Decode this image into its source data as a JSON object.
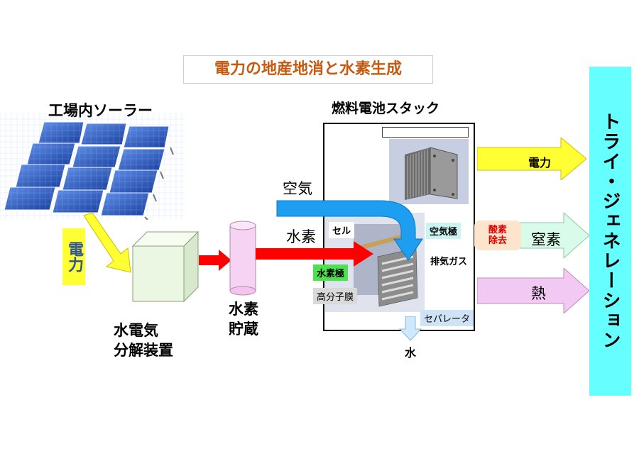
{
  "title": "電力の地産地消と水素生成",
  "solar": {
    "heading": "工場内ソーラー"
  },
  "power_tag": "電力",
  "electrolyzer": {
    "label_line1": "水電気",
    "label_line2": "分解装置"
  },
  "storage": {
    "label_line1": "水素",
    "label_line2": "貯蔵"
  },
  "fuel_cell": {
    "heading": "燃料電池スタック",
    "inputs": {
      "air": "空気",
      "hydrogen": "水素"
    },
    "parts": {
      "cell": "セル",
      "air_electrode": "空気極",
      "hydrogen_electrode": "水素極",
      "membrane": "高分子膜",
      "exhaust": "排気ガス",
      "separator": "セパレータ"
    },
    "water": "水"
  },
  "deoxygenation": {
    "line1": "酸素",
    "line2": "除去"
  },
  "outputs": {
    "power": "電力",
    "nitrogen": "窒素",
    "heat": "熱"
  },
  "trigeneration": "トライ・ジェネレーション",
  "colors": {
    "title": "#c55a11",
    "trigeneration_bar": "#66ffff",
    "power_arrow": "#ffff33",
    "nitrogen_arrow": "#d9fbe9",
    "heat_arrow": "#f2c9f2",
    "hydrogen_flow": "#ff0000",
    "air_flow": "#1e9ef0",
    "deoxygenation_box": "#fde4cc",
    "air_electrode_bg": "#c9f4f2",
    "hydrogen_electrode_bg": "#4ee04e",
    "separator_bg": "#cfe3f7"
  }
}
